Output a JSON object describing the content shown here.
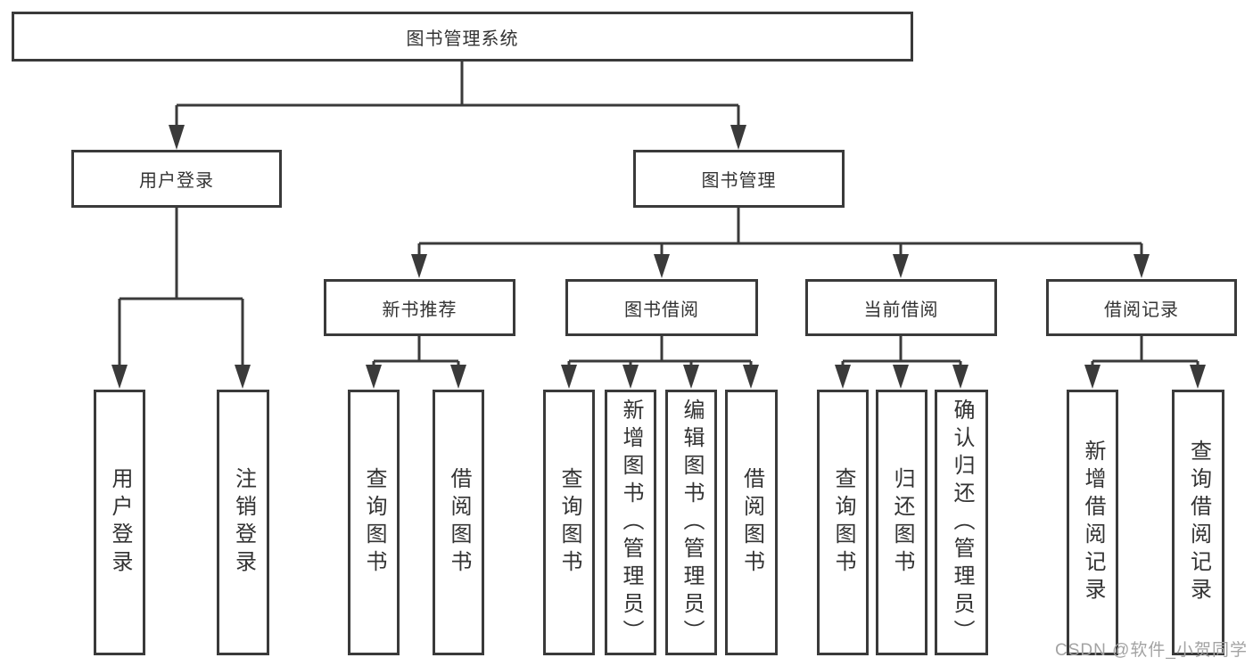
{
  "diagram": {
    "colors": {
      "line": "#3a3a3a",
      "box_border": "#3a3a3a",
      "text": "#333333",
      "background": "#ffffff",
      "watermark": "#a3a3a3"
    },
    "tree": {
      "root": {
        "label": "图书管理系统"
      },
      "branches": [
        {
          "label": "用户登录",
          "children": [
            {
              "label": "用户登录"
            },
            {
              "label": "注销登录"
            }
          ]
        },
        {
          "label": "图书管理",
          "children": [
            {
              "label": "新书推荐",
              "children": [
                {
                  "label": "查询图书"
                },
                {
                  "label": "借阅图书"
                }
              ]
            },
            {
              "label": "图书借阅",
              "children": [
                {
                  "label": "查询图书"
                },
                {
                  "label": "新增图书（管理员）"
                },
                {
                  "label": "编辑图书（管理员）"
                },
                {
                  "label": "借阅图书"
                }
              ]
            },
            {
              "label": "当前借阅",
              "children": [
                {
                  "label": "查询图书"
                },
                {
                  "label": "归还图书"
                },
                {
                  "label": "确认归还（管理员）"
                }
              ]
            },
            {
              "label": "借阅记录",
              "children": [
                {
                  "label": "新增借阅记录"
                },
                {
                  "label": "查询借阅记录"
                }
              ]
            }
          ]
        }
      ]
    }
  },
  "watermark": {
    "text": "CSDN @软件_小贺同学"
  }
}
